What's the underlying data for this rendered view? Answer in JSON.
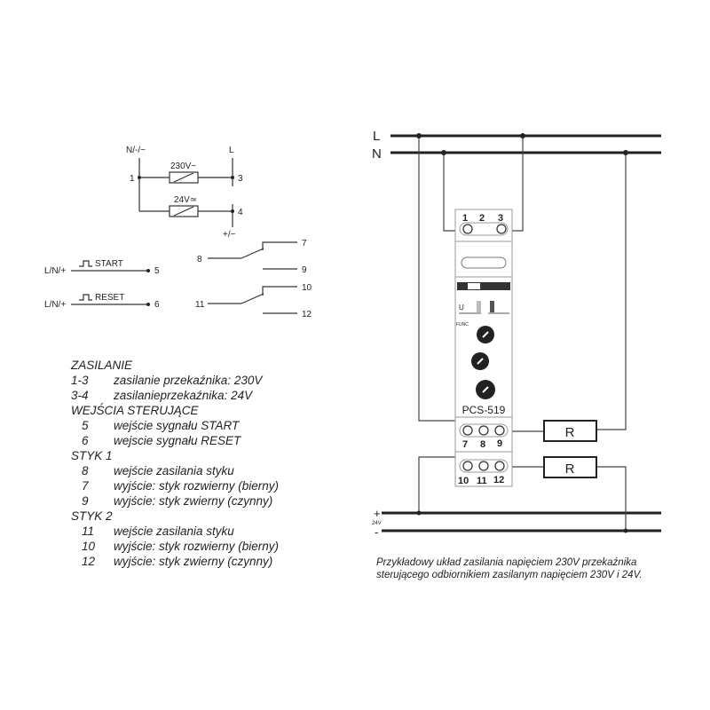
{
  "schematic": {
    "n_label": "N/-/~",
    "l_label": "L",
    "t1": "1",
    "t3": "3",
    "t4": "4",
    "coil_230": "230V~",
    "coil_24": "24V≃",
    "plus_label": "+/~",
    "start_src": "L/N/+",
    "start_label": "START",
    "start_term": "5",
    "reset_src": "L/N/+",
    "reset_label": "RESET",
    "reset_term": "6",
    "c7": "7",
    "c8": "8",
    "c9": "9",
    "c10": "10",
    "c11": "11",
    "c12": "12"
  },
  "legend": [
    {
      "type": "head",
      "text": "ZASILANIE"
    },
    {
      "type": "row",
      "num": "1-3",
      "text": "zasilanie przekaźnika: 230V"
    },
    {
      "type": "row",
      "num": "3-4",
      "text": "zasilanieprzekaźnika: 24V"
    },
    {
      "type": "head",
      "text": "WEJŚCIA STERUJĄCE"
    },
    {
      "type": "irow",
      "num": "5",
      "text": "wejście sygnału START"
    },
    {
      "type": "irow",
      "num": "6",
      "text": "wejscie sygnału RESET"
    },
    {
      "type": "head",
      "text": "STYK 1"
    },
    {
      "type": "irow",
      "num": "8",
      "text": "wejście zasilania styku"
    },
    {
      "type": "irow",
      "num": "7",
      "text": "wyjście: styk rozwierny (bierny)"
    },
    {
      "type": "irow",
      "num": "9",
      "text": "wyjście: styk zwierny (czynny)"
    },
    {
      "type": "head",
      "text": "STYK 2"
    },
    {
      "type": "irow",
      "num": "11",
      "text": "wejście zasilania styku"
    },
    {
      "type": "irow",
      "num": "10",
      "text": "wyjście: styk rozwierny (bierny)"
    },
    {
      "type": "irow",
      "num": "12",
      "text": "wyjście: styk zwierny (czynny)"
    }
  ],
  "wiring": {
    "L": "L",
    "N": "N",
    "plus": "+",
    "minus": "-",
    "dc": "24V",
    "device_model": "PCS-519",
    "func_label": "FUNC",
    "u_label": "U",
    "top_terms": [
      "1",
      "2",
      "3"
    ],
    "mid_terms": [
      "7",
      "8",
      "9"
    ],
    "bot_terms": [
      "10",
      "11",
      "12"
    ],
    "load1": "R",
    "load2": "R"
  },
  "caption": {
    "line1": "Przykładowy układ zasilania napięciem 230V przekaźnika",
    "line2": "sterującego odbiornikiem zasilanym napięciem 230V i 24V."
  }
}
